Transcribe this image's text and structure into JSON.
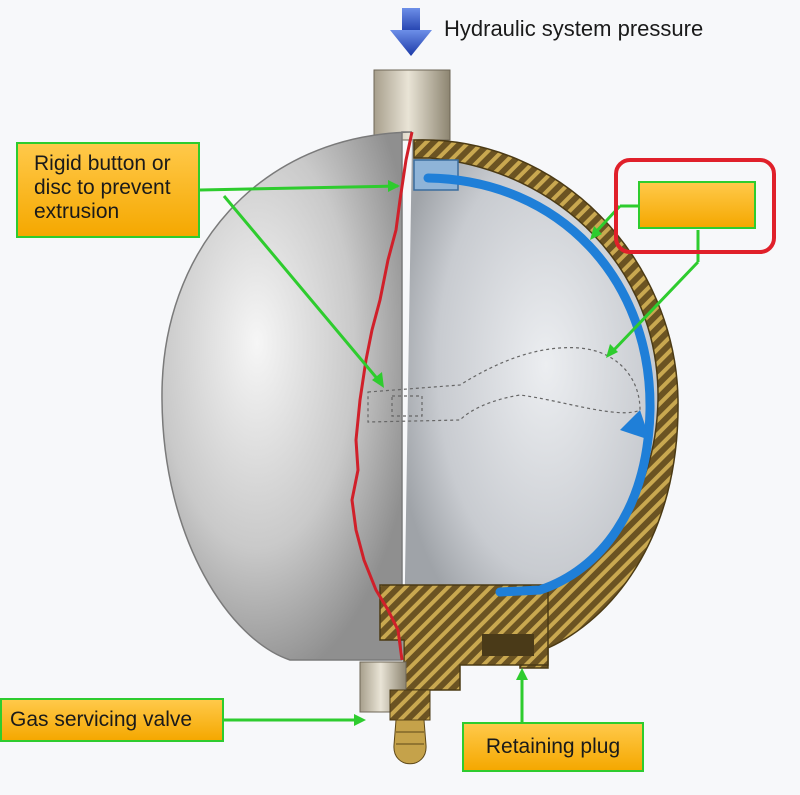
{
  "title": "Hydraulic system pressure",
  "labels": {
    "rigid_button": "Rigid button or\ndisc to prevent\nextrusion",
    "gas_servicing_valve": "Gas servicing valve",
    "retaining_plug": "Retaining plug",
    "hidden_label": ""
  },
  "colors": {
    "label_fill": "#f5a800",
    "leader_line": "#2ecc2e",
    "bladder": "#1f7fd8",
    "cut_edge": "#d0202a",
    "callout_frame": "#e0202a",
    "pressure_arrow": "#2a4fc7"
  },
  "icons": [
    "down-arrow-icon"
  ]
}
